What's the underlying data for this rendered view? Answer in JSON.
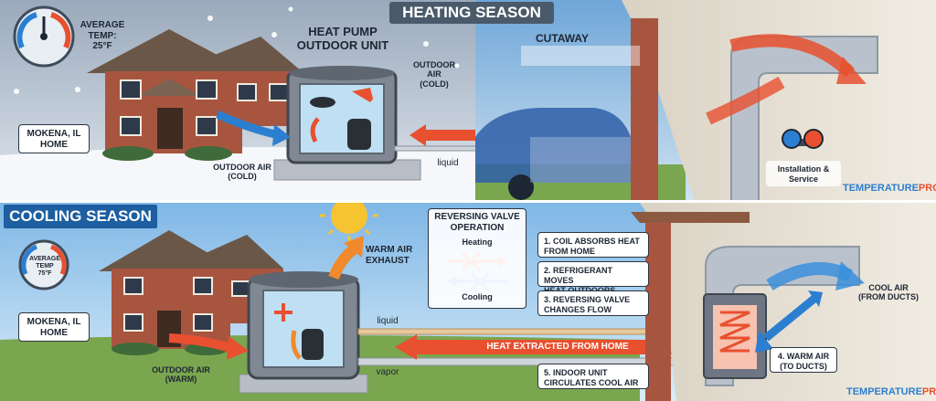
{
  "heating": {
    "banner": "HEATING SEASON",
    "thermostat_label": "AVERAGE\nTEMP:\n25°F",
    "unit_title": "HEAT PUMP\nOUTDOOR UNIT",
    "location": "MOKENA, IL\nHOME",
    "outdoor_air_top": "OUTDOOR\nAIR\n(COLD)",
    "outdoor_air_bottom": "OUTDOOR AIR\n(COLD)",
    "liquid": "liquid",
    "cutaway": "CUTAWAY",
    "service_label": "Installation &\nService"
  },
  "cooling": {
    "banner": "COOLING SEASON",
    "thermostat_label": "AVERAGE TEMP\n75°F",
    "location": "MOKENA, IL\nHOME",
    "warm_exhaust": "WARM AIR\nEXHAUST",
    "outdoor_air": "OUTDOOR AIR\n(WARM)",
    "liquid": "liquid",
    "vapor": "vapor",
    "heat_extracted": "HEAT EXTRACTED FROM HOME",
    "valve_title": "REVERSING VALVE\nOPERATION",
    "valve_heating": "Heating",
    "valve_cooling": "Cooling",
    "steps": [
      "1. COIL ABSORBS HEAT\nFROM HOME",
      "2. REFRIGERANT MOVES\nHEAT OUTDOORS",
      "3. REVERSING VALVE\nCHANGES FLOW",
      "4. WARM AIR\n(TO DUCTS)",
      "5. INDOOR UNIT\nCIRCULATES COOL AIR"
    ],
    "cool_air": "COOL AIR\n(FROM DUCTS)"
  },
  "brand": {
    "part1": "TEMPERATURE",
    "part2": "PRO"
  },
  "colors": {
    "warm": "#e8502f",
    "cool": "#2c7fd0",
    "banner_heat": "#4a5a6a",
    "banner_cool": "#1d5fa0"
  }
}
